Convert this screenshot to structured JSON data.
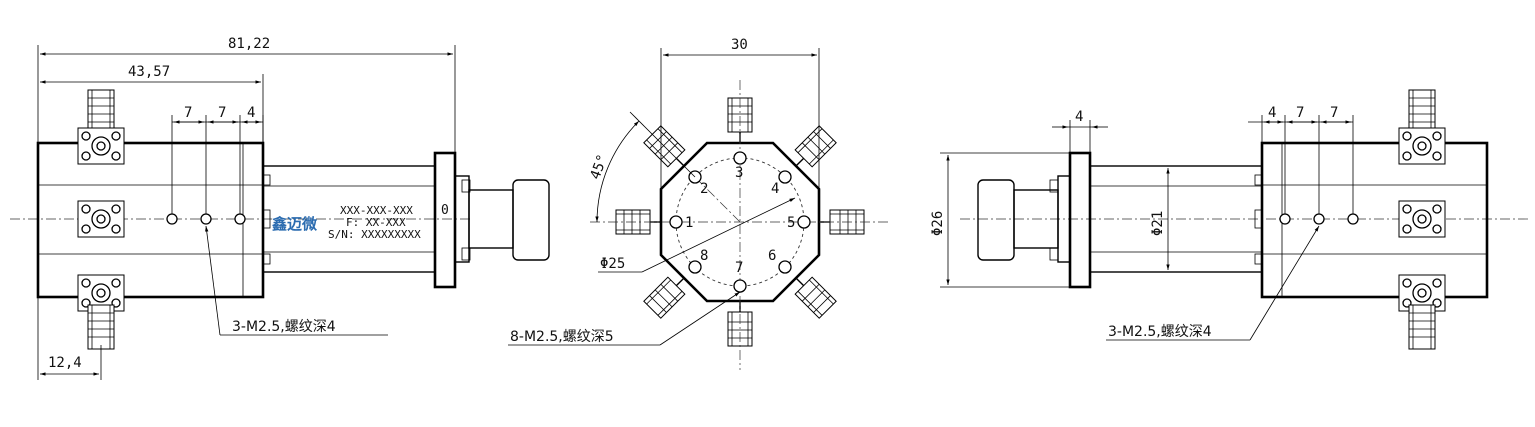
{
  "left_view": {
    "dims": {
      "overall": "81,22",
      "body": "43,57",
      "p1": "7",
      "p2": "7",
      "p3": "4",
      "bottom": "12,4"
    },
    "marking": {
      "line1": "XXX-XXX-XXX",
      "line2": "F: XX-XXX",
      "line3": "S/N: XXXXXXXXX"
    },
    "logo": "鑫迈微",
    "zero": "0",
    "callout": "3-M2.5,螺纹深4"
  },
  "front_view": {
    "dims": {
      "width": "30",
      "angle": "45°",
      "pcd": "Φ25"
    },
    "ports": [
      "1",
      "2",
      "3",
      "4",
      "5",
      "6",
      "7",
      "8"
    ],
    "callout": "8-M2.5,螺纹深5"
  },
  "right_view": {
    "dims": {
      "p_a": "4",
      "p1": "4",
      "p2": "7",
      "p3": "7",
      "dia_flange": "Φ26",
      "dia_body": "Φ21"
    },
    "callout": "3-M2.5,螺纹深4"
  },
  "colors": {
    "line": "#000000",
    "logo": "#2b6cb0"
  }
}
